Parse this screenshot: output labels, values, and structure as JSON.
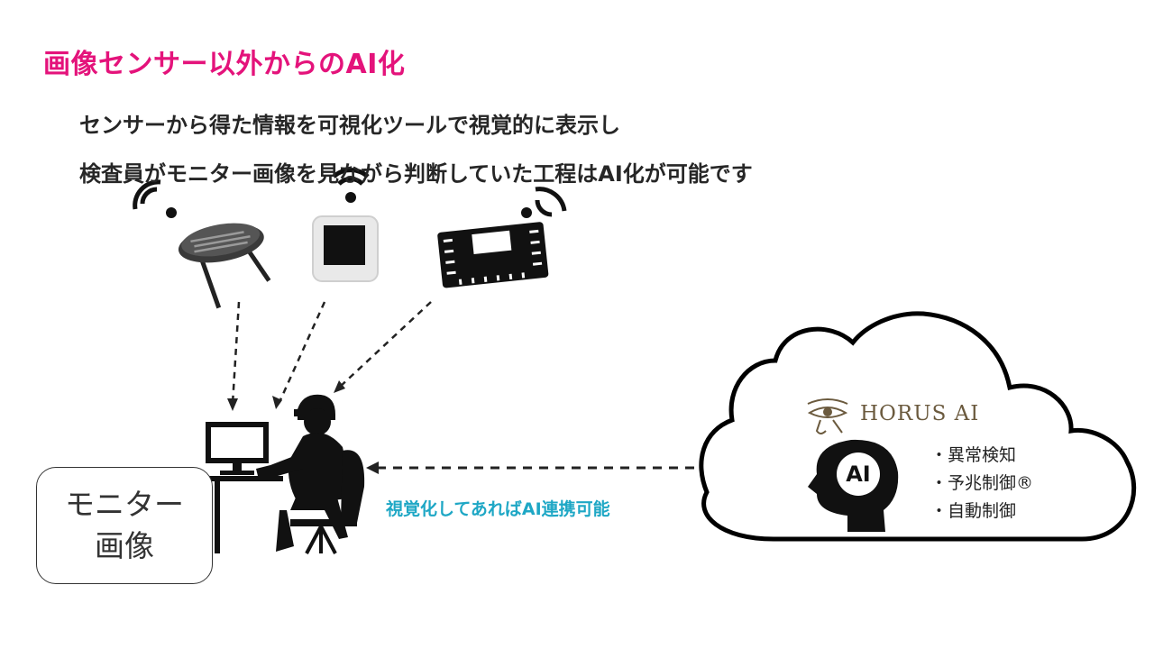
{
  "title": "画像センサー以外からのAI化",
  "description": {
    "line1": "センサーから得た情報を可視化ツールで視覚的に表示し",
    "line2": "検査員がモニター画像を見ながら判断していた工程はAI化が可能です"
  },
  "monitor_box": {
    "line1": "モニター",
    "line2": "画像"
  },
  "link_label": "視覚化してあればAI連携可能",
  "cloud": {
    "brand": "HORUS AI",
    "ai_badge": "AI",
    "features": [
      "・異常検知",
      "・予兆制御®",
      "・自動制御"
    ]
  },
  "colors": {
    "title": "#e4137b",
    "link_label": "#1ea7c5",
    "brand": "#6b5a3e"
  }
}
